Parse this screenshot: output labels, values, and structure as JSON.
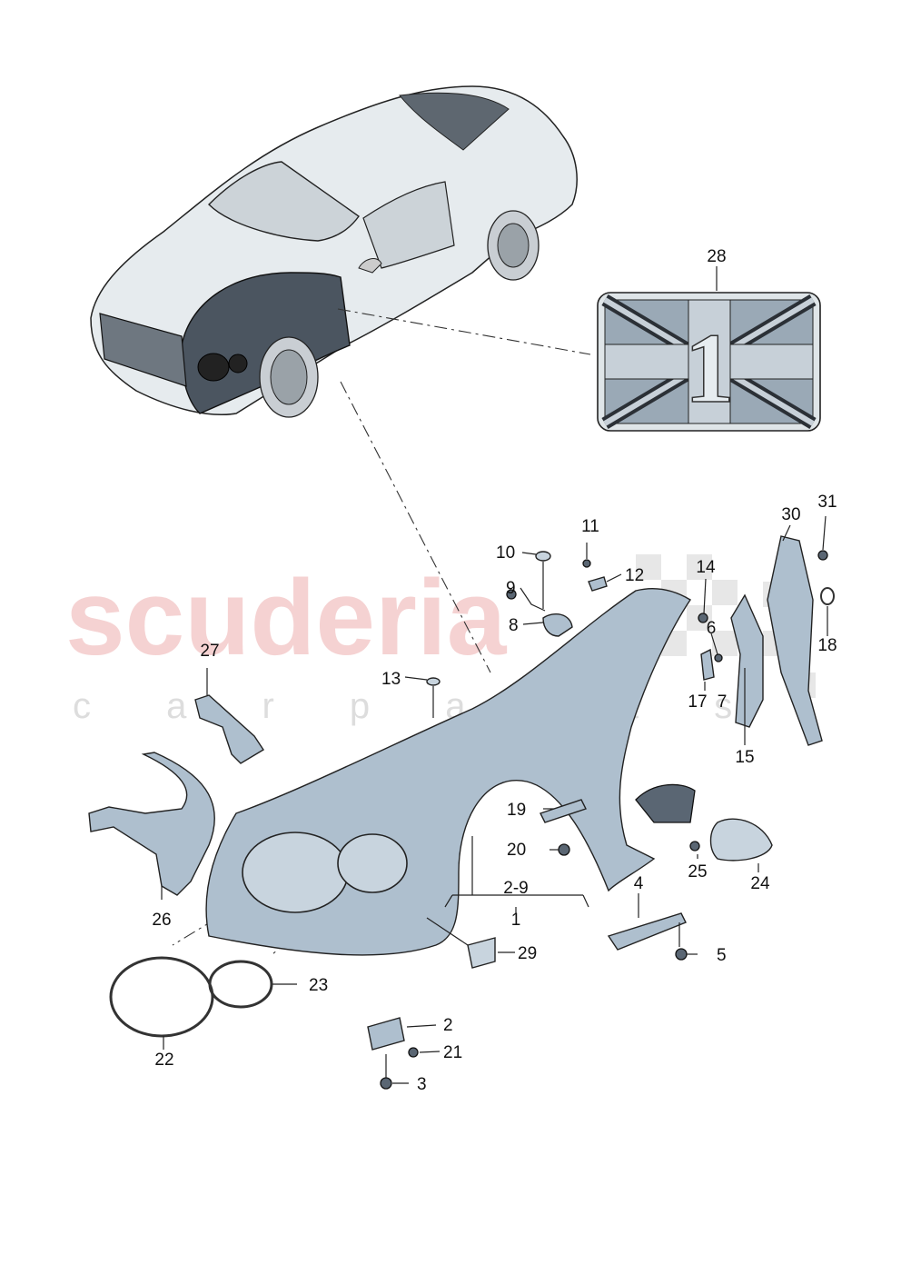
{
  "watermark": {
    "brand": "scuderia",
    "tagline": "c a r   p a r t s"
  },
  "callouts": [
    {
      "id": "1",
      "text": "1"
    },
    {
      "id": "2-9",
      "text": "2-9"
    },
    {
      "id": "2",
      "text": "2"
    },
    {
      "id": "3",
      "text": "3"
    },
    {
      "id": "4",
      "text": "4"
    },
    {
      "id": "5",
      "text": "5"
    },
    {
      "id": "6",
      "text": "6"
    },
    {
      "id": "7",
      "text": "7"
    },
    {
      "id": "8",
      "text": "8"
    },
    {
      "id": "9",
      "text": "9"
    },
    {
      "id": "10",
      "text": "10"
    },
    {
      "id": "11",
      "text": "11"
    },
    {
      "id": "12",
      "text": "12"
    },
    {
      "id": "13",
      "text": "13"
    },
    {
      "id": "14",
      "text": "14"
    },
    {
      "id": "15",
      "text": "15"
    },
    {
      "id": "17",
      "text": "17"
    },
    {
      "id": "18",
      "text": "18"
    },
    {
      "id": "19",
      "text": "19"
    },
    {
      "id": "20",
      "text": "20"
    },
    {
      "id": "21",
      "text": "21"
    },
    {
      "id": "22",
      "text": "22"
    },
    {
      "id": "23",
      "text": "23"
    },
    {
      "id": "24",
      "text": "24"
    },
    {
      "id": "25",
      "text": "25"
    },
    {
      "id": "26",
      "text": "26"
    },
    {
      "id": "27",
      "text": "27"
    },
    {
      "id": "28",
      "text": "28"
    },
    {
      "id": "29",
      "text": "29"
    },
    {
      "id": "30",
      "text": "30"
    },
    {
      "id": "31",
      "text": "31"
    }
  ],
  "badge": {
    "numeral": "1"
  },
  "colors": {
    "watermark": "#f2c4c4",
    "part_fill": "#aebfce",
    "line": "#222222"
  }
}
